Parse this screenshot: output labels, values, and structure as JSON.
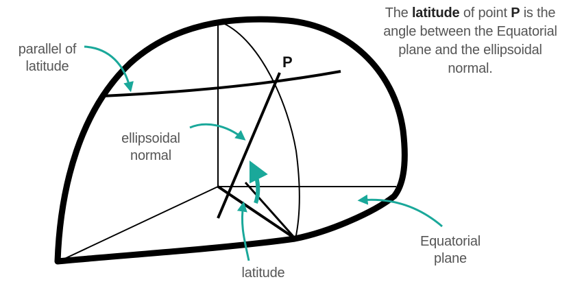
{
  "labels": {
    "parallel": [
      "parallel of",
      "latitude"
    ],
    "normal": [
      "ellipsoidal",
      "normal"
    ],
    "latitude": "latitude",
    "equatorial": [
      "Equatorial",
      "plane"
    ],
    "point": "P"
  },
  "caption": {
    "the": "The",
    "latitude_word": "latitude",
    "of_point": "of point",
    "point": "P",
    "rest": "is the angle between the Equatorial plane and the ellipsoidal normal."
  },
  "colors": {
    "outline": "#000000",
    "arrow": "#1aa89a",
    "text": "#555555"
  }
}
